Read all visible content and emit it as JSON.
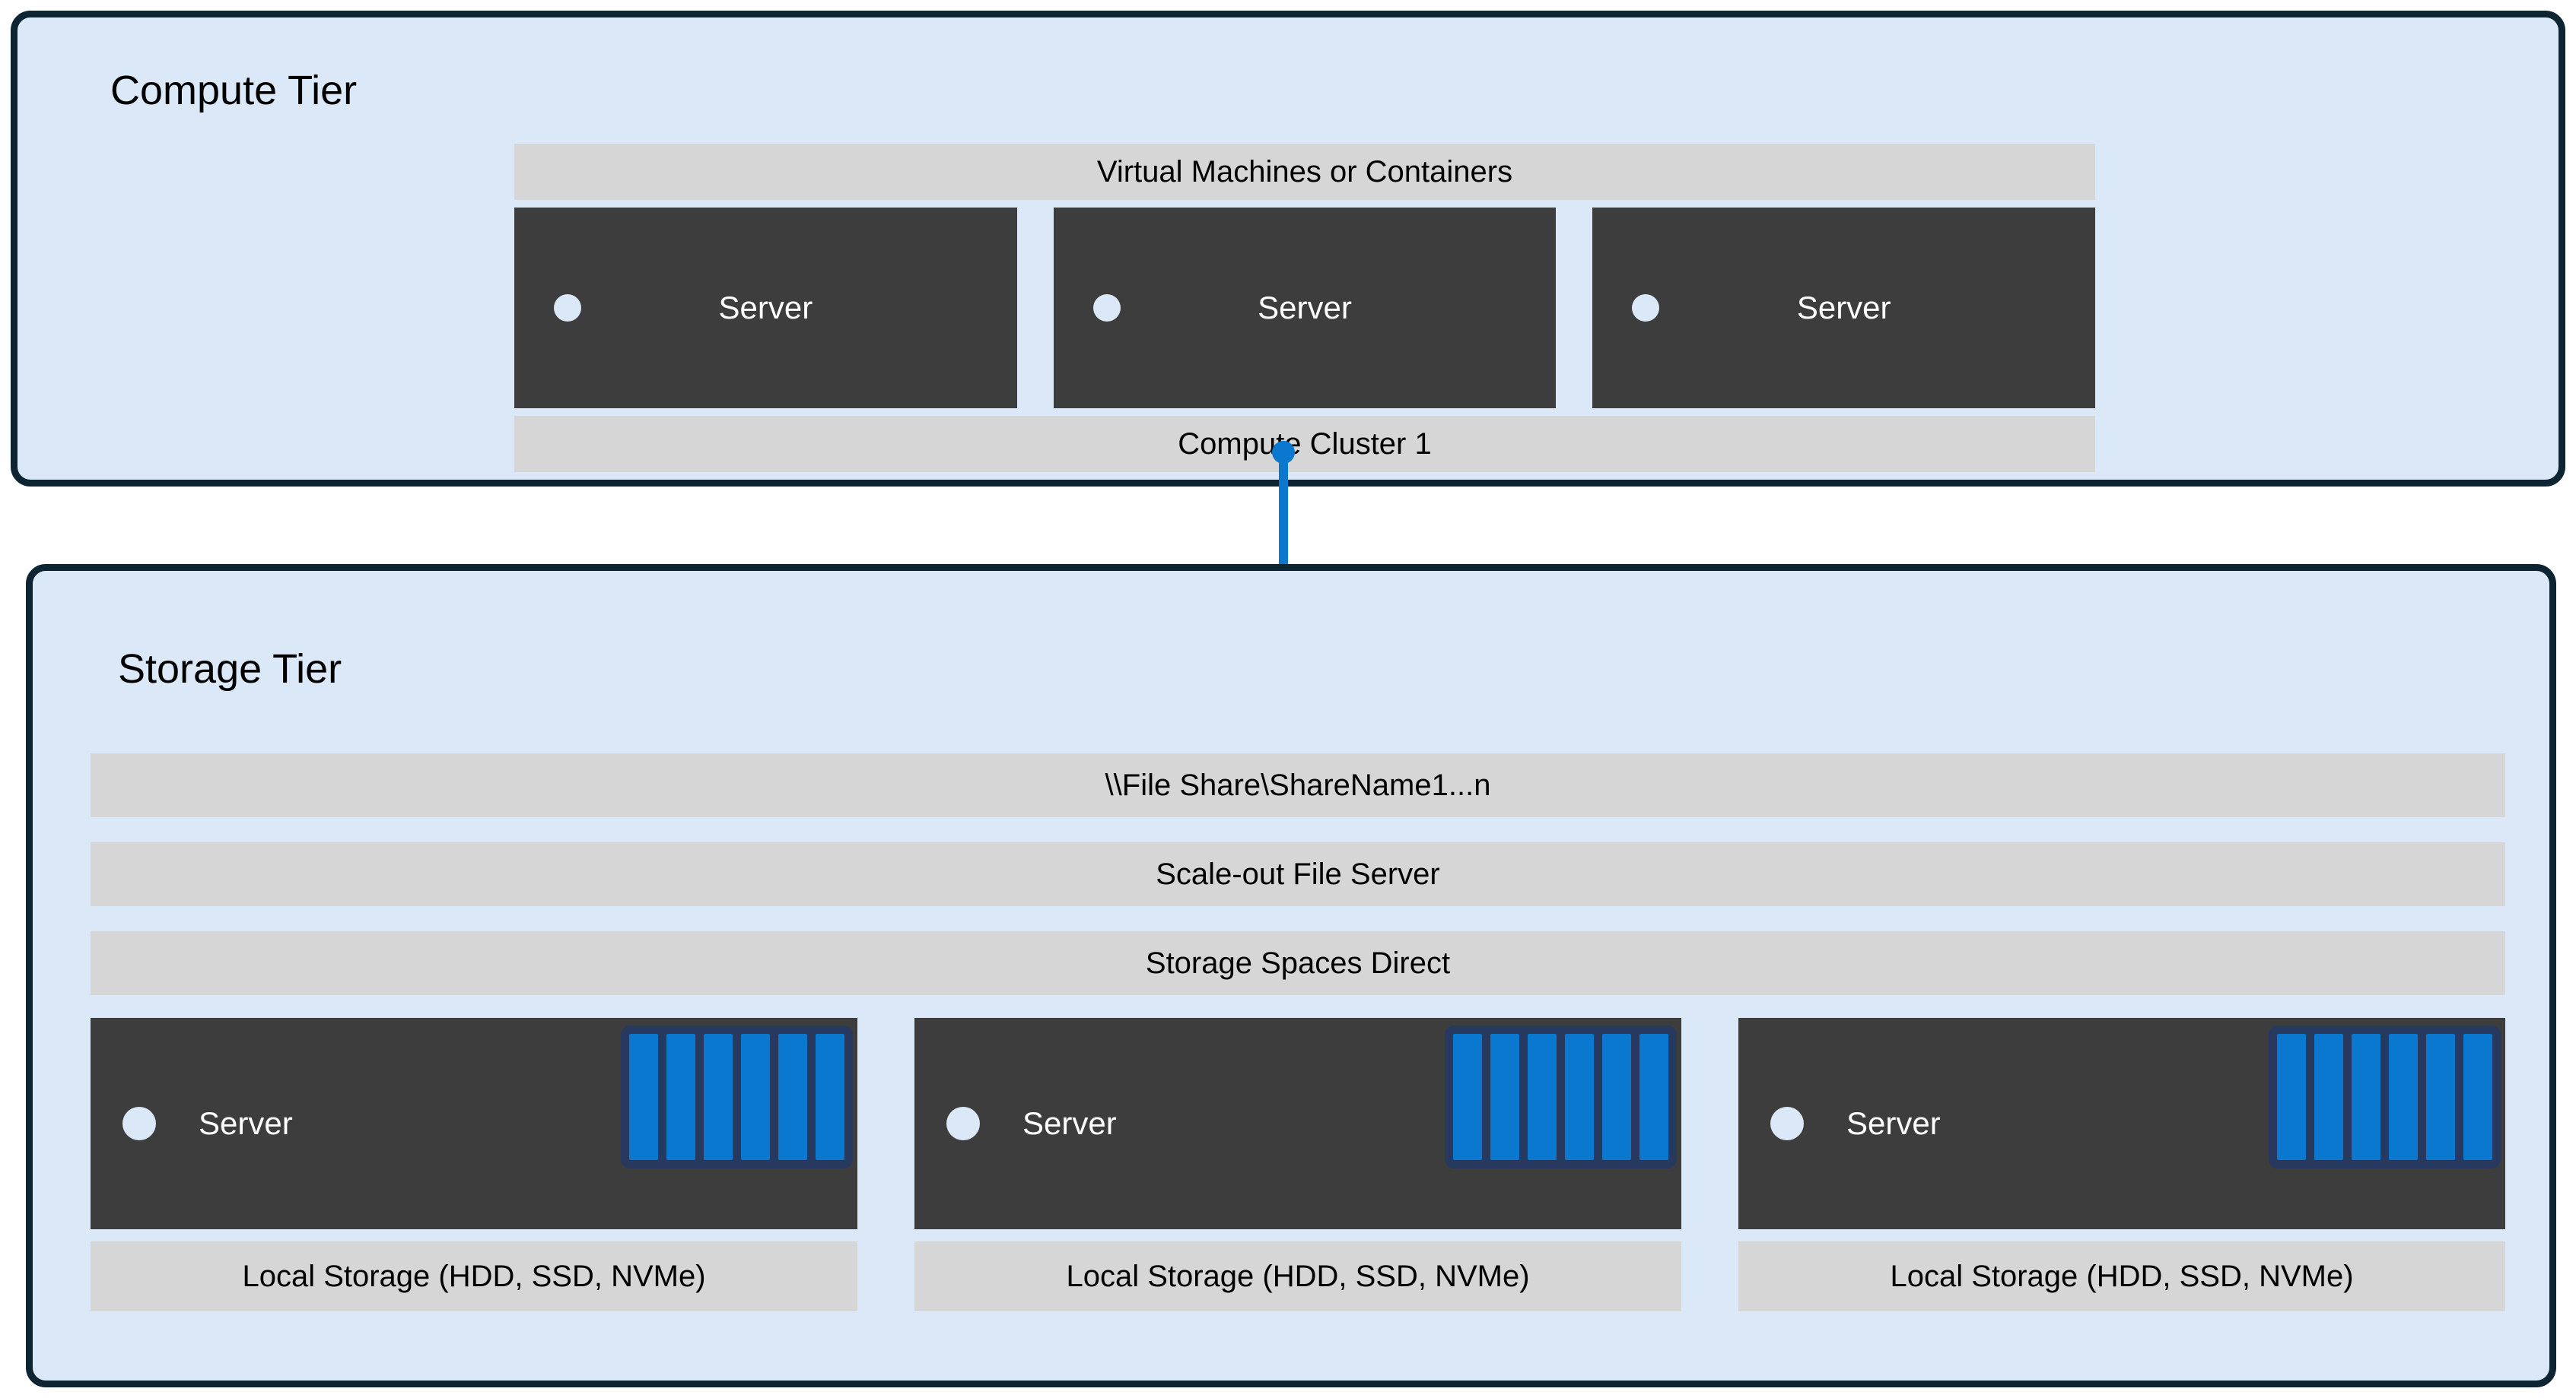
{
  "colors": {
    "tier_background": "#dbe8f7",
    "tier_border": "#0d2433",
    "band_background": "#d6d6d6",
    "server_background": "#3d3d3d",
    "accent_blue": "#0b78d0",
    "disk_frame": "#27395e",
    "dot_color": "#dbe8f7"
  },
  "compute_tier": {
    "title": "Compute Tier",
    "vm_band_label": "Virtual Machines or Containers",
    "cluster_band_label": "Compute Cluster 1",
    "servers": [
      {
        "label": "Server",
        "status_icon": "status-dot-icon"
      },
      {
        "label": "Server",
        "status_icon": "status-dot-icon"
      },
      {
        "label": "Server",
        "status_icon": "status-dot-icon"
      }
    ]
  },
  "connector": {
    "icon": "folder-icon",
    "endpoint_icon": "connector-endpoint-dot-icon",
    "color": "#0b78d0"
  },
  "storage_tier": {
    "title": "Storage Tier",
    "bands": [
      {
        "label": "\\\\File Share\\ShareName1...n"
      },
      {
        "label": "Scale-out File Server"
      },
      {
        "label": "Storage Spaces Direct"
      }
    ],
    "nodes": [
      {
        "server_label": "Server",
        "status_icon": "status-dot-icon",
        "disk_count": 6,
        "local_storage_label": "Local Storage (HDD, SSD, NVMe)"
      },
      {
        "server_label": "Server",
        "status_icon": "status-dot-icon",
        "disk_count": 6,
        "local_storage_label": "Local Storage (HDD, SSD, NVMe)"
      },
      {
        "server_label": "Server",
        "status_icon": "status-dot-icon",
        "disk_count": 6,
        "local_storage_label": "Local Storage (HDD, SSD, NVMe)"
      }
    ]
  }
}
